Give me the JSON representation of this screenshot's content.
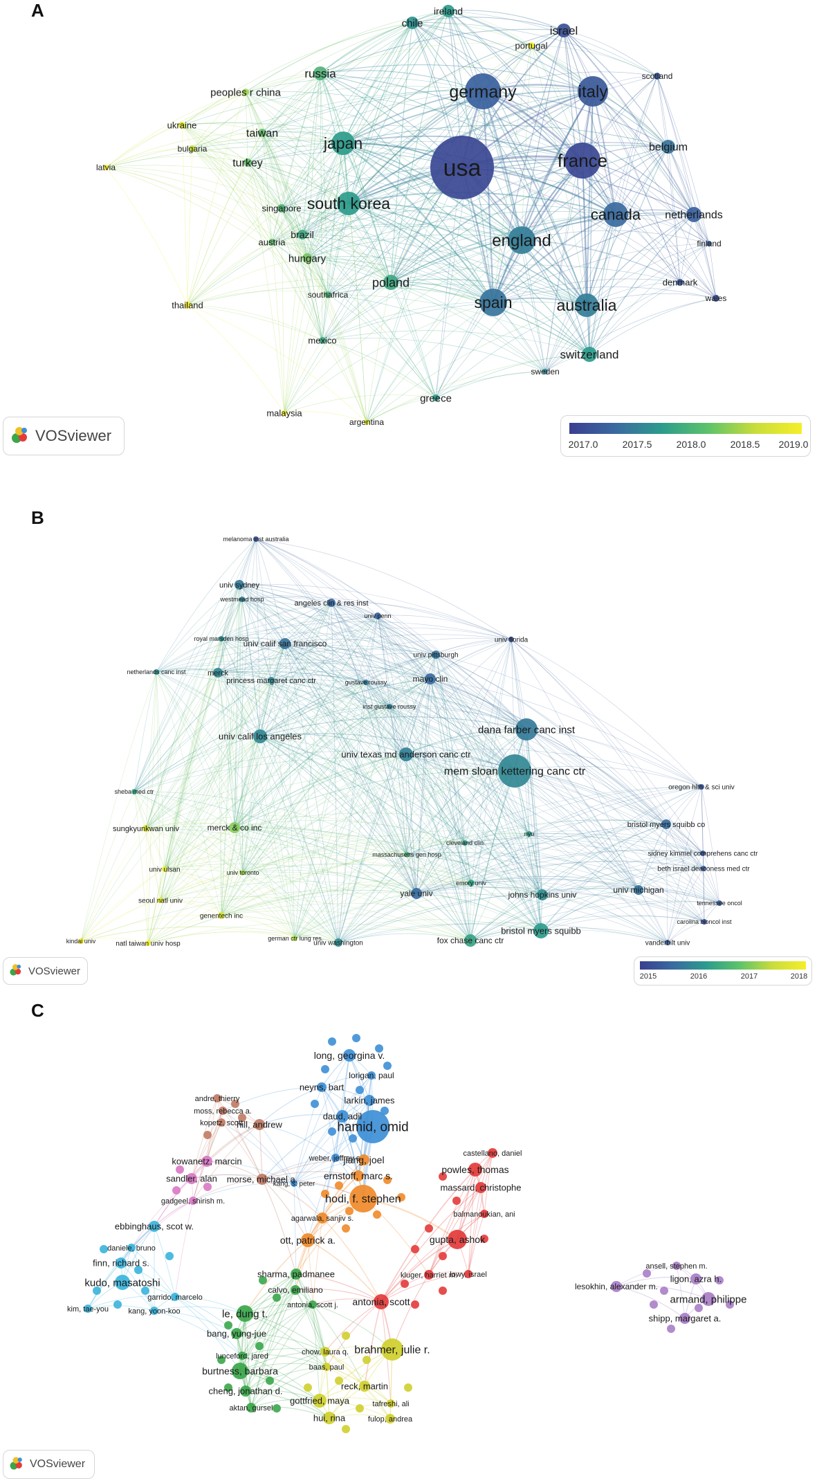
{
  "panels": [
    {
      "letter": "A",
      "logo_text": "VOSviewer",
      "scale_ticks": [
        "2017.0",
        "2017.5",
        "2018.0",
        "2018.5",
        "2019.0"
      ],
      "colors": {
        "2017": "#4a4f9c",
        "2018": "#2a9c8c",
        "2019": "#f0e62a"
      },
      "nodes": [
        {
          "label": "usa",
          "year": 2017.1
        },
        {
          "label": "germany",
          "year": 2017.4
        },
        {
          "label": "italy",
          "year": 2017.3
        },
        {
          "label": "france",
          "year": 2017.1
        },
        {
          "label": "japan",
          "year": 2018.0
        },
        {
          "label": "south korea",
          "year": 2018.0
        },
        {
          "label": "england",
          "year": 2017.7
        },
        {
          "label": "canada",
          "year": 2017.5
        },
        {
          "label": "spain",
          "year": 2017.6
        },
        {
          "label": "australia",
          "year": 2017.7
        },
        {
          "label": "poland",
          "year": 2018.1
        },
        {
          "label": "switzerland",
          "year": 2018.0
        },
        {
          "label": "netherlands",
          "year": 2017.4
        },
        {
          "label": "belgium",
          "year": 2017.6
        },
        {
          "label": "russia",
          "year": 2018.2
        },
        {
          "label": "israel",
          "year": 2017.2
        },
        {
          "label": "chile",
          "year": 2017.9
        },
        {
          "label": "ireland",
          "year": 2018.0
        },
        {
          "label": "portugal",
          "year": 2019.0
        },
        {
          "label": "scotland",
          "year": 2017.3
        },
        {
          "label": "peoples r china",
          "year": 2018.6
        },
        {
          "label": "taiwan",
          "year": 2018.3
        },
        {
          "label": "turkey",
          "year": 2018.3
        },
        {
          "label": "ukraine",
          "year": 2018.9
        },
        {
          "label": "bulgaria",
          "year": 2018.8
        },
        {
          "label": "latvia",
          "year": 2019.0
        },
        {
          "label": "singapore",
          "year": 2018.2
        },
        {
          "label": "brazil",
          "year": 2018.1
        },
        {
          "label": "austria",
          "year": 2018.3
        },
        {
          "label": "hungary",
          "year": 2018.4
        },
        {
          "label": "southafrica",
          "year": 2018.2
        },
        {
          "label": "thailand",
          "year": 2019.0
        },
        {
          "label": "mexico",
          "year": 2018.1
        },
        {
          "label": "malaysia",
          "year": 2019.0
        },
        {
          "label": "argentina",
          "year": 2018.9
        },
        {
          "label": "greece",
          "year": 2018.0
        },
        {
          "label": "sweden",
          "year": 2017.8
        },
        {
          "label": "finland",
          "year": 2017.3
        },
        {
          "label": "denmark",
          "year": 2017.3
        },
        {
          "label": "wales",
          "year": 2017.2
        }
      ]
    },
    {
      "letter": "B",
      "logo_text": "VOSviewer",
      "scale_ticks": [
        "2015",
        "2016",
        "2017",
        "2018"
      ],
      "colors": {
        "2015": "#4a4f9c",
        "2016": "#2a9c8c",
        "2017": "#7ccf5e",
        "2018": "#f0e62a"
      },
      "nodes": [
        {
          "label": "melanoma inst australia",
          "year": 2015.4
        },
        {
          "label": "univ sydney",
          "year": 2016.0
        },
        {
          "label": "westmead hosp",
          "year": 2016.1
        },
        {
          "label": "angeles clin & res inst",
          "year": 2015.7
        },
        {
          "label": "univ penn",
          "year": 2015.6
        },
        {
          "label": "royal marsden hosp",
          "year": 2016.3
        },
        {
          "label": "univ calif san francisco",
          "year": 2015.9
        },
        {
          "label": "univ florida",
          "year": 2015.3
        },
        {
          "label": "univ pittsburgh",
          "year": 2015.9
        },
        {
          "label": "netherlands canc inst",
          "year": 2016.4
        },
        {
          "label": "merck",
          "year": 2016.2
        },
        {
          "label": "princess margaret canc ctr",
          "year": 2016.2
        },
        {
          "label": "gustave roussy",
          "year": 2016.0
        },
        {
          "label": "mayo clin",
          "year": 2015.8
        },
        {
          "label": "inst gustave roussy",
          "year": 2016.1
        },
        {
          "label": "univ calif los angeles",
          "year": 2016.2
        },
        {
          "label": "dana farber canc inst",
          "year": 2016.0
        },
        {
          "label": "univ texas md anderson canc ctr",
          "year": 2016.1
        },
        {
          "label": "mem sloan kettering canc ctr",
          "year": 2016.2
        },
        {
          "label": "sheba med ctr",
          "year": 2016.6
        },
        {
          "label": "oregon hlth & sci univ",
          "year": 2015.4
        },
        {
          "label": "sungkyunkwan univ",
          "year": 2017.8
        },
        {
          "label": "merck & co inc",
          "year": 2017.2
        },
        {
          "label": "cleveland clin",
          "year": 2016.6
        },
        {
          "label": "nyu",
          "year": 2016.5
        },
        {
          "label": "bristol myers squibb co",
          "year": 2015.8
        },
        {
          "label": "sidney kimmel comprehens canc ctr",
          "year": 2015.4
        },
        {
          "label": "massachusetts gen hosp",
          "year": 2016.8
        },
        {
          "label": "beth israel deaconess med ctr",
          "year": 2015.6
        },
        {
          "label": "univ ulsan",
          "year": 2017.9
        },
        {
          "label": "univ toronto",
          "year": 2017.4
        },
        {
          "label": "emory univ",
          "year": 2016.6
        },
        {
          "label": "seoul natl univ",
          "year": 2017.9
        },
        {
          "label": "yale univ",
          "year": 2015.8
        },
        {
          "label": "johns hopkins univ",
          "year": 2016.3
        },
        {
          "label": "univ michigan",
          "year": 2015.9
        },
        {
          "label": "tennessee oncol",
          "year": 2015.5
        },
        {
          "label": "genentech inc",
          "year": 2017.8
        },
        {
          "label": "carolina bioncol inst",
          "year": 2015.4
        },
        {
          "label": "kindai univ",
          "year": 2018.0
        },
        {
          "label": "natl taiwan univ hosp",
          "year": 2018.0
        },
        {
          "label": "german ctr lung res",
          "year": 2017.5
        },
        {
          "label": "univ washington",
          "year": 2016.3
        },
        {
          "label": "fox chase canc ctr",
          "year": 2016.6
        },
        {
          "label": "bristol myers squibb",
          "year": 2016.5
        },
        {
          "label": "vanderbilt univ",
          "year": 2015.6
        }
      ]
    },
    {
      "letter": "C",
      "logo_text": "VOSviewer",
      "cluster_colors": {
        "blue": "#3d8fd6",
        "brown": "#c07a64",
        "pink": "#d978c4",
        "orange": "#f08a2a",
        "red": "#e33b3b",
        "cyan": "#38b4dc",
        "green": "#3aa64a",
        "yellow": "#cfcf2e",
        "purple": "#a87ec6"
      },
      "nodes": [
        {
          "label": "long, georgina v.",
          "cluster": "blue"
        },
        {
          "label": "lorigan, paul",
          "cluster": "blue"
        },
        {
          "label": "neyns, bart",
          "cluster": "blue"
        },
        {
          "label": "larkin, james",
          "cluster": "blue"
        },
        {
          "label": "daud, adil",
          "cluster": "blue"
        },
        {
          "label": "hamid, omid",
          "cluster": "blue"
        },
        {
          "label": "weber, jeffrey s.",
          "cluster": "blue"
        },
        {
          "label": "kang, s. peter",
          "cluster": "blue"
        },
        {
          "label": "andre, thierry",
          "cluster": "brown"
        },
        {
          "label": "moss, rebecca a.",
          "cluster": "brown"
        },
        {
          "label": "kopetz, scott",
          "cluster": "brown"
        },
        {
          "label": "hill, andrew",
          "cluster": "brown"
        },
        {
          "label": "morse, michael a.",
          "cluster": "brown"
        },
        {
          "label": "kowanetz, marcin",
          "cluster": "pink"
        },
        {
          "label": "sandler, alan",
          "cluster": "pink"
        },
        {
          "label": "gadgeel, shirish m.",
          "cluster": "pink"
        },
        {
          "label": "jiang, joel",
          "cluster": "orange"
        },
        {
          "label": "ernstoff, marc s.",
          "cluster": "orange"
        },
        {
          "label": "hodi, f. stephen",
          "cluster": "orange"
        },
        {
          "label": "agarwala, sanjiv s.",
          "cluster": "orange"
        },
        {
          "label": "ott, patrick a.",
          "cluster": "orange"
        },
        {
          "label": "castellano, daniel",
          "cluster": "red"
        },
        {
          "label": "powles, thomas",
          "cluster": "red"
        },
        {
          "label": "massard, christophe",
          "cluster": "red"
        },
        {
          "label": "balmanoukian, ani",
          "cluster": "red"
        },
        {
          "label": "gupta, ashok",
          "cluster": "red"
        },
        {
          "label": "kluger, harriet m.",
          "cluster": "red"
        },
        {
          "label": "lowy, israel",
          "cluster": "red"
        },
        {
          "label": "antonia, scott",
          "cluster": "red"
        },
        {
          "label": "ebbinghaus, scot w.",
          "cluster": "cyan"
        },
        {
          "label": "daniele, bruno",
          "cluster": "cyan"
        },
        {
          "label": "finn, richard s.",
          "cluster": "cyan"
        },
        {
          "label": "kudo, masatoshi",
          "cluster": "cyan"
        },
        {
          "label": "garrido, marcelo",
          "cluster": "cyan"
        },
        {
          "label": "kim, tae-you",
          "cluster": "cyan"
        },
        {
          "label": "kang, yoon-koo",
          "cluster": "cyan"
        },
        {
          "label": "sharma, padmanee",
          "cluster": "green"
        },
        {
          "label": "calvo, emiliano",
          "cluster": "green"
        },
        {
          "label": "antonia, scott j.",
          "cluster": "green"
        },
        {
          "label": "le, dung t.",
          "cluster": "green"
        },
        {
          "label": "bang, yung-jue",
          "cluster": "green"
        },
        {
          "label": "lunceford, jared",
          "cluster": "green"
        },
        {
          "label": "burtness, barbara",
          "cluster": "green"
        },
        {
          "label": "cheng, jonathan d.",
          "cluster": "green"
        },
        {
          "label": "aktan, gursel",
          "cluster": "green"
        },
        {
          "label": "chow, laura q.",
          "cluster": "yellow"
        },
        {
          "label": "baas, paul",
          "cluster": "yellow"
        },
        {
          "label": "brahmer, julie r.",
          "cluster": "yellow"
        },
        {
          "label": "reck, martin",
          "cluster": "yellow"
        },
        {
          "label": "gottfried, maya",
          "cluster": "yellow"
        },
        {
          "label": "tafreshi, ali",
          "cluster": "yellow"
        },
        {
          "label": "hui, rina",
          "cluster": "yellow"
        },
        {
          "label": "fulop, andrea",
          "cluster": "yellow"
        },
        {
          "label": "ansell, stephen m.",
          "cluster": "purple"
        },
        {
          "label": "lesokhin, alexander m.",
          "cluster": "purple"
        },
        {
          "label": "ligon, azra h.",
          "cluster": "purple"
        },
        {
          "label": "armand, philippe",
          "cluster": "purple"
        },
        {
          "label": "shipp, margaret a.",
          "cluster": "purple"
        }
      ]
    }
  ]
}
